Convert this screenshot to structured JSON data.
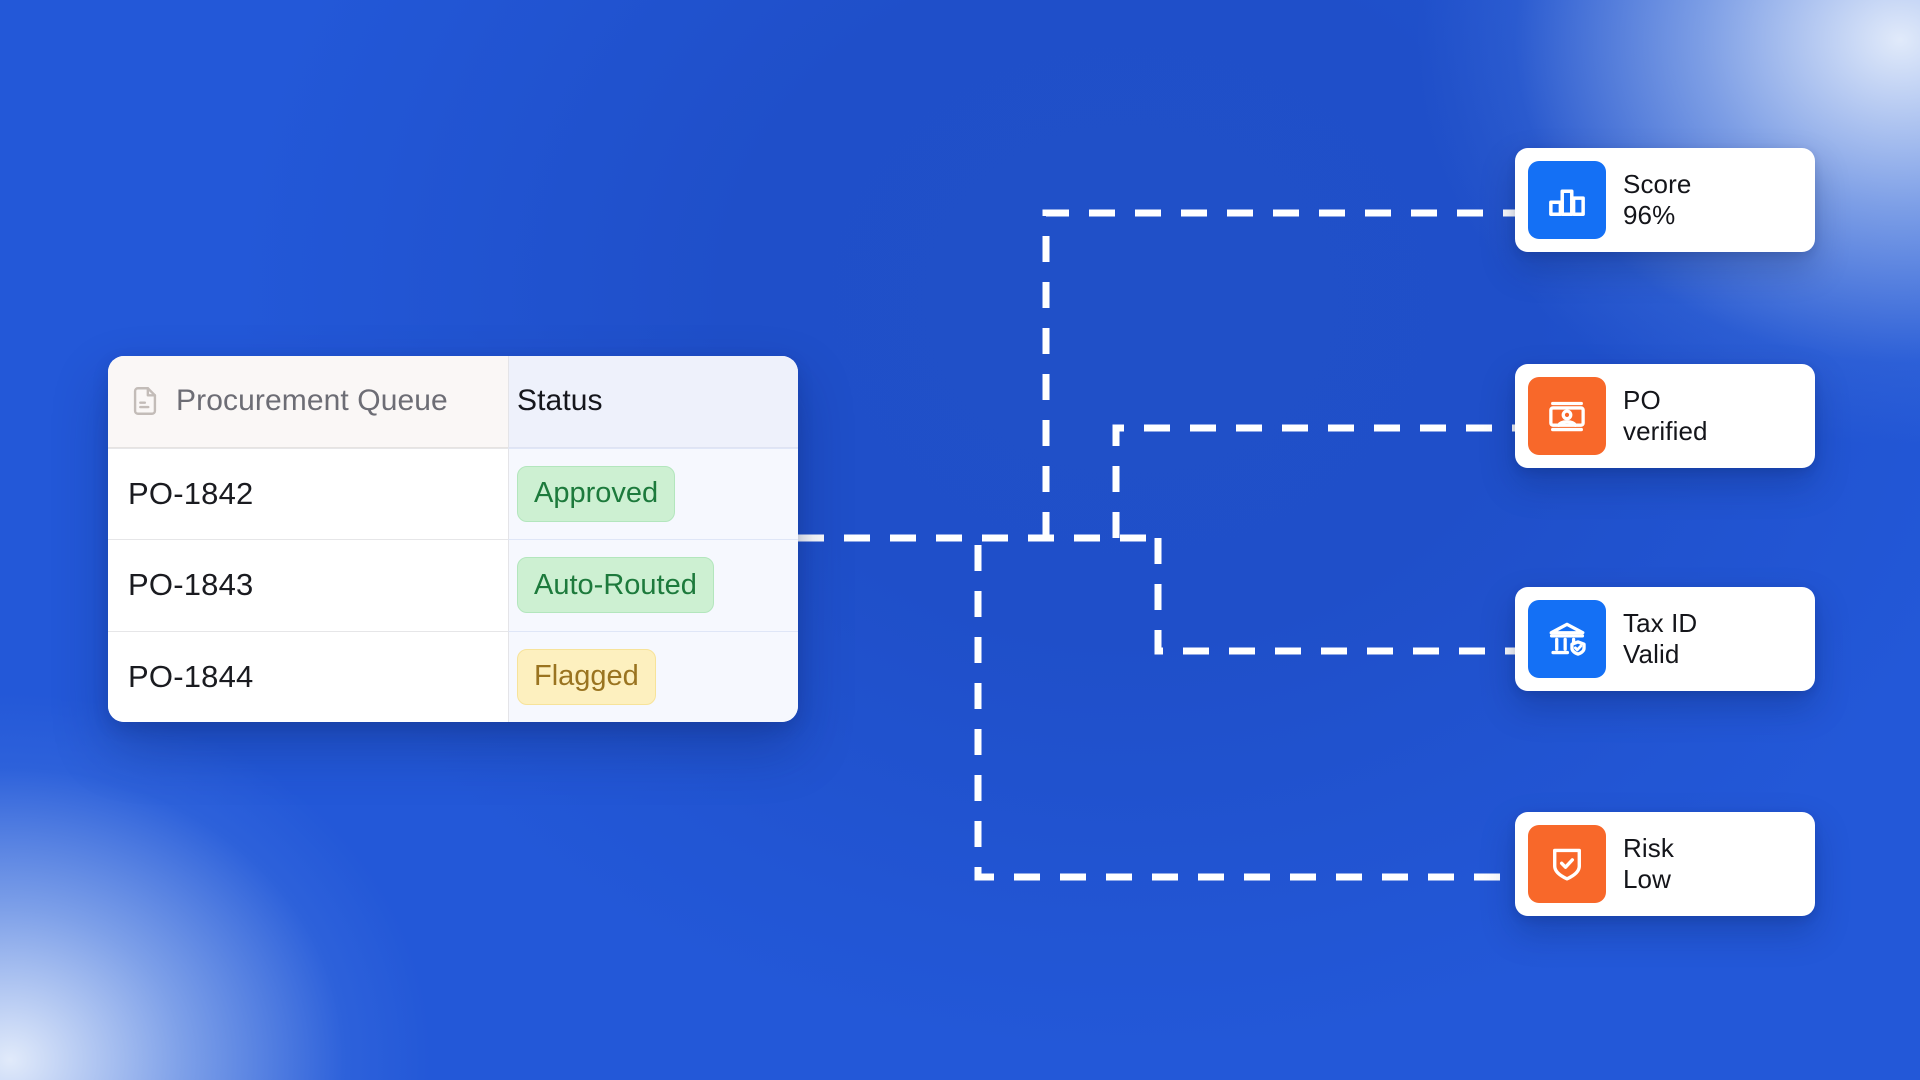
{
  "background": {
    "accent_blue": "#2a63e6",
    "deep_blue": "#1f45bd",
    "highlight": "#ebf2fc"
  },
  "table": {
    "name": "procurement-queue-table",
    "header": {
      "icon": "document-icon",
      "name_column": "Procurement Queue",
      "status_column": "Status"
    },
    "columns": [
      "Procurement Queue",
      "Status"
    ],
    "rows": [
      {
        "po": "PO-1842",
        "status": "Approved",
        "status_tone": "green"
      },
      {
        "po": "PO-1843",
        "status": "Auto-Routed",
        "status_tone": "green"
      },
      {
        "po": "PO-1844",
        "status": "Flagged",
        "status_tone": "amber"
      }
    ]
  },
  "chips": [
    {
      "icon": "bar-chart-icon",
      "icon_color": "#1470f5",
      "tone": "blue",
      "line1": "Score",
      "line2": "96%"
    },
    {
      "icon": "id-card-icon",
      "icon_color": "#f8682a",
      "tone": "orange",
      "line1": "PO",
      "line2": "verified"
    },
    {
      "icon": "bank-verified-icon",
      "icon_color": "#1470f5",
      "tone": "blue",
      "line1": "Tax ID",
      "line2": "Valid"
    },
    {
      "icon": "shield-check-icon",
      "icon_color": "#f8682a",
      "tone": "orange",
      "line1": "Risk",
      "line2": "Low"
    }
  ],
  "connectors": {
    "name": "dashed-routing-lines",
    "color": "#ffffff",
    "style": "dashed"
  }
}
